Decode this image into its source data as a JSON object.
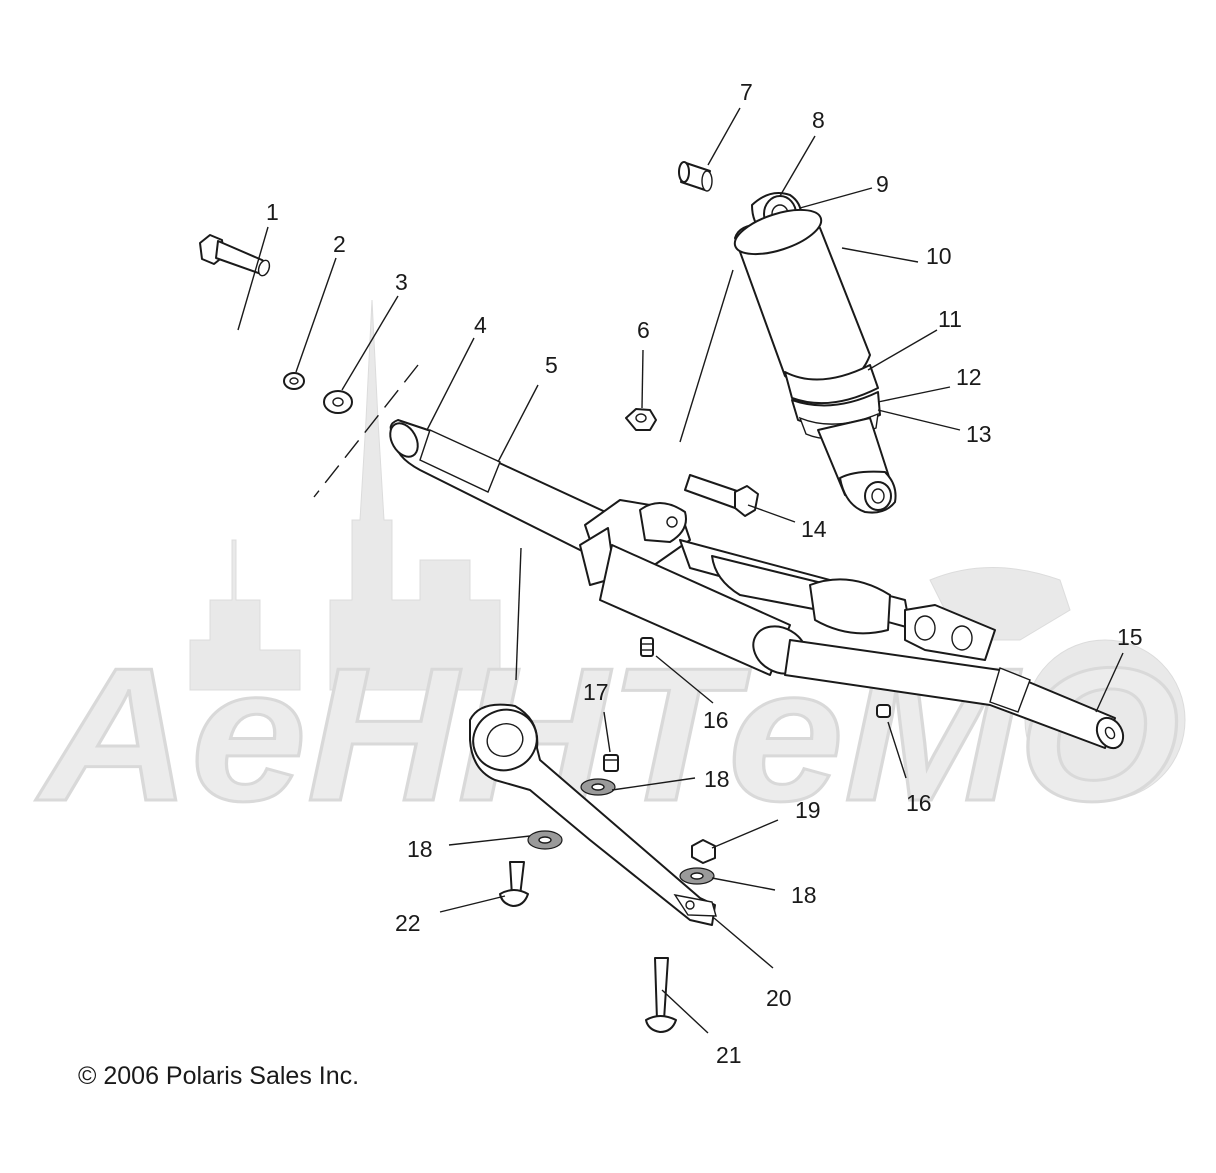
{
  "copyright": "© 2006 Polaris Sales Inc.",
  "watermark": {
    "text": "AeHHTeMO",
    "color": "#e8e8e8"
  },
  "callouts": {
    "c1": "1",
    "c2": "2",
    "c3": "3",
    "c4": "4",
    "c5": "5",
    "c6": "6",
    "c7": "7",
    "c8": "8",
    "c9": "9",
    "c10": "10",
    "c11": "11",
    "c12": "12",
    "c13": "13",
    "c14": "14",
    "c15": "15",
    "c16a": "16",
    "c16b": "16",
    "c17": "17",
    "c18a": "18",
    "c18b": "18",
    "c18c": "18",
    "c19": "19",
    "c20": "20",
    "c21": "21",
    "c22": "22"
  },
  "colors": {
    "line": "#1a1a1a",
    "shading": "#9a9a9a",
    "background": "#ffffff"
  }
}
